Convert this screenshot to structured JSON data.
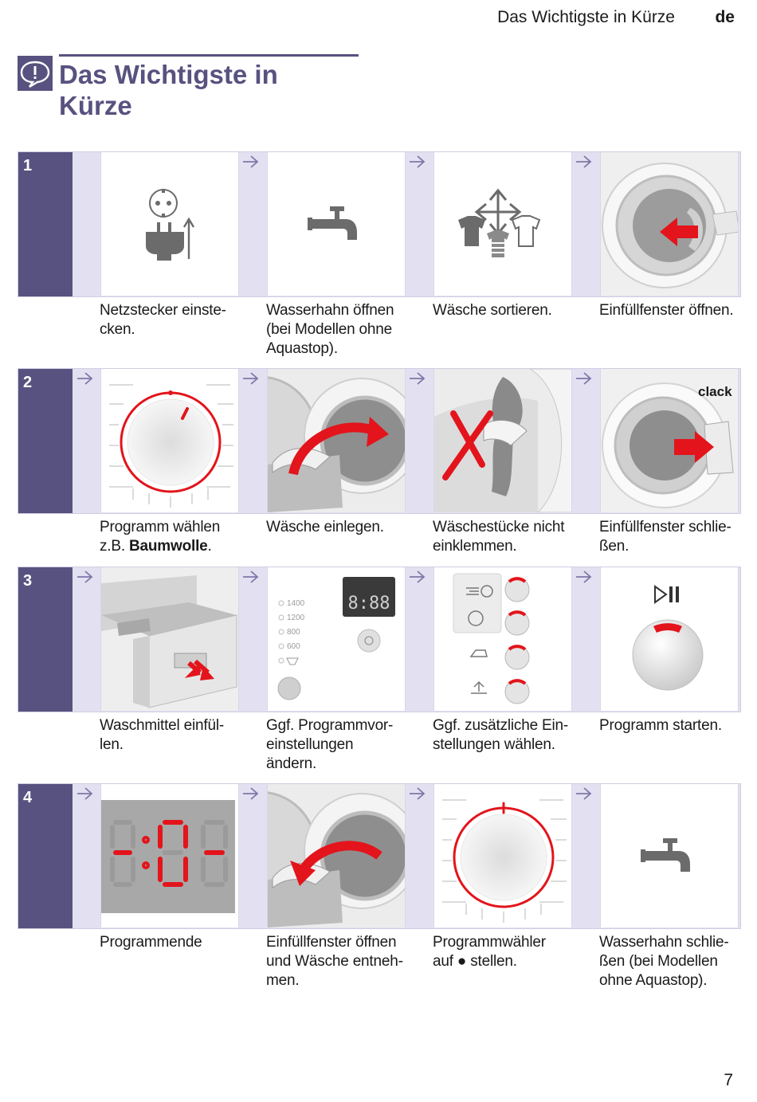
{
  "header": {
    "running_title": "Das Wichtigste in Kürze",
    "lang": "de"
  },
  "title": {
    "line1": "Das Wichtigste in",
    "line2": "Kürze"
  },
  "steps": [
    {
      "number": "1",
      "captions": [
        [
          "Netzstecker einste-",
          "cken."
        ],
        [
          "Wasserhahn öffnen",
          "(bei Modellen ohne",
          "Aquastop)."
        ],
        [
          "Wäsche sortieren."
        ],
        [
          "Einfüllfenster öffnen."
        ]
      ]
    },
    {
      "number": "2",
      "captions": [
        [
          "Programm wählen",
          "z.B. "
        ],
        [
          "Wäsche einlegen."
        ],
        [
          "Wäschestücke nicht",
          "einklemmen."
        ],
        [
          "Einfüllfenster schlie-",
          "ßen."
        ]
      ],
      "bold_word": "Baumwolle",
      "bold_suffix": ".",
      "clack": "clack"
    },
    {
      "number": "3",
      "captions": [
        [
          "Waschmittel einfül-",
          "len."
        ],
        [
          "Ggf. Programmvor-",
          "einstellungen",
          "ändern."
        ],
        [
          "Ggf. zusätzliche Ein-",
          "stellungen wählen."
        ],
        [
          "Programm starten."
        ]
      ],
      "spin_speeds": [
        "1400",
        "1200",
        "800",
        "600"
      ],
      "display_text": "8:88"
    },
    {
      "number": "4",
      "captions": [
        [
          "Programmende"
        ],
        [
          "Einfüllfenster öffnen",
          "und Wäsche entneh-",
          "men."
        ],
        [
          "Programmwähler",
          "auf ● stellen."
        ],
        [
          "Wasserhahn schlie-",
          "ßen (bei Modellen",
          "ohne Aquastop)."
        ]
      ],
      "end_display": "-:0-"
    }
  ],
  "page_number": "7",
  "colors": {
    "accent": "#57527f",
    "cell_bg": "#e3e1f1",
    "red": "#e3141b",
    "icon_gray": "#6b6b6b"
  },
  "icons": [
    "speech-bubble-info-icon",
    "plug-icon",
    "tap-icon",
    "laundry-sort-icon",
    "next-step-arrow-icon",
    "play-pause-icon"
  ]
}
